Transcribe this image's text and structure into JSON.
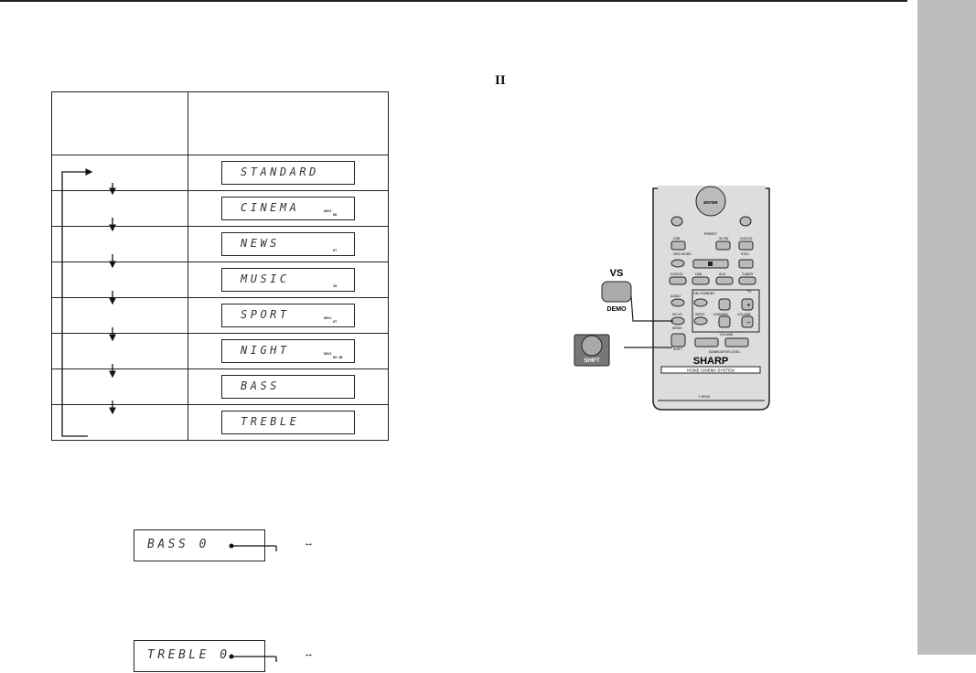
{
  "page": {
    "pro_logic_mark": "II",
    "accent_gray": "#bdbdbd"
  },
  "sound_modes": [
    {
      "display": "STANDARD",
      "ind1": "",
      "ind2": ""
    },
    {
      "display": "CINEMA",
      "ind1": "DDVS",
      "ind2": "HB"
    },
    {
      "display": "NEWS",
      "ind1": "",
      "ind2": "HT"
    },
    {
      "display": "MUSIC",
      "ind1": "",
      "ind2": "SB"
    },
    {
      "display": "SPORT",
      "ind1": "DDVS",
      "ind2": "HT"
    },
    {
      "display": "NIGHT",
      "ind1": "DDVS",
      "ind2": "NG HB"
    },
    {
      "display": "BASS",
      "ind1": "",
      "ind2": ""
    },
    {
      "display": "TREBLE",
      "ind1": "",
      "ind2": ""
    }
  ],
  "level_displays": {
    "bass": {
      "display": "BASS   0",
      "arrow": "↔"
    },
    "treble": {
      "display": "TREBLE  0",
      "arrow": "↔"
    }
  },
  "remote": {
    "buttons": {
      "enter": "ENTER",
      "fwd": "F-SEEK",
      "preset": "PRESET",
      "usb": "USB",
      "slow": "SLOW",
      "dvd_cd": "DVD/CD",
      "vied_mode": "VIED MODE",
      "still": "STILL",
      "src_dvd": "DVD/CD",
      "src_usb": "USB",
      "src_aux": "AUX",
      "src_tuner": "TUNER",
      "audio": "AUDIO",
      "on_standby": "ON/ STANDBY",
      "tv": "TV",
      "ddvs": "DD VS",
      "input": "INPUT",
      "channel": "CHANNEL",
      "volume": "VOLUME",
      "demo": "DEMO",
      "shift": "SHIFT",
      "volume2": "VOLUME",
      "subwoofer": "SUBWOOFER LEVEL"
    },
    "brand": "SHARP",
    "tagline": "HOME CINEMA SYSTEM",
    "callout_ddvs": "VS",
    "callout_demo": "DEMO",
    "callout_shift": "SHIFT"
  }
}
